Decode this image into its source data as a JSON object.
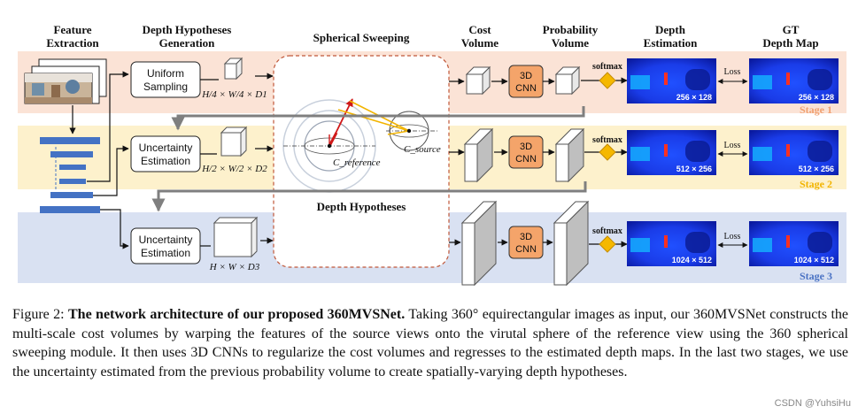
{
  "headers": {
    "feature_extraction": [
      "Feature",
      "Extraction"
    ],
    "depth_hypotheses_generation": [
      "Depth Hypotheses",
      "Generation"
    ],
    "spherical_sweeping": "Spherical Sweeping",
    "cost_volume": [
      "Cost",
      "Volume"
    ],
    "probability_volume": [
      "Probability",
      "Volume"
    ],
    "depth_estimation": [
      "Depth",
      "Estimation"
    ],
    "gt_depth_map": [
      "GT",
      "Depth Map"
    ]
  },
  "stages": [
    {
      "generator": [
        "Uniform",
        "Sampling"
      ],
      "dims": "H/4 × W/4 × D1",
      "cnn": [
        "3D",
        "CNN"
      ],
      "softmax": "softmax",
      "loss": "Loss",
      "est_resolution": "256 × 128",
      "gt_resolution": "256 × 128",
      "stage_label": "Stage 1",
      "stage_color": "#f0a070",
      "band_color": "#fbe3d6"
    },
    {
      "generator": [
        "Uncertainty",
        "Estimation"
      ],
      "dims": "H/2 × W/2 × D2",
      "cnn": [
        "3D",
        "CNN"
      ],
      "softmax": "softmax",
      "loss": "Loss",
      "est_resolution": "512 × 256",
      "gt_resolution": "512 × 256",
      "stage_label": "Stage 2",
      "stage_color": "#f2b400",
      "band_color": "#fdf1cc"
    },
    {
      "generator": [
        "Uncertainty",
        "Estimation"
      ],
      "dims": "H × W × D3",
      "cnn": [
        "3D",
        "CNN"
      ],
      "softmax": "softmax",
      "loss": "Loss",
      "est_resolution": "1024 × 512",
      "gt_resolution": "1024 × 512",
      "stage_label": "Stage 3",
      "stage_color": "#4a72c4",
      "band_color": "#d9e1f2"
    }
  ],
  "sweep": {
    "c_reference": "C_reference",
    "c_source": "C_source",
    "caption": "Depth Hypotheses"
  },
  "caption": {
    "label": "Figure 2:",
    "bold_title": "The network architecture of our proposed 360MVSNet.",
    "body": "Taking 360° equirectangular images as input, our 360MVSNet constructs the multi-scale cost volumes by warping the features of the source views onto the virutal sphere of the reference view using the 360 spherical sweeping module. It then uses 3D CNNs to regularize the cost volumes and regresses to the estimated depth maps. In the last two stages, we use the uncertainty estimated from the previous probability volume to create spatially-varying depth hypotheses."
  },
  "watermark": "CSDN @YuhsiHu",
  "colors": {
    "cnn_fill": "#f4a46a",
    "softmax_diamond": "#f5b800",
    "depth_bg": "#1030e0",
    "dashed_border": "#c0583a",
    "arrow_gray": "#7f7f7f",
    "feature_bar": "#4472c4"
  }
}
